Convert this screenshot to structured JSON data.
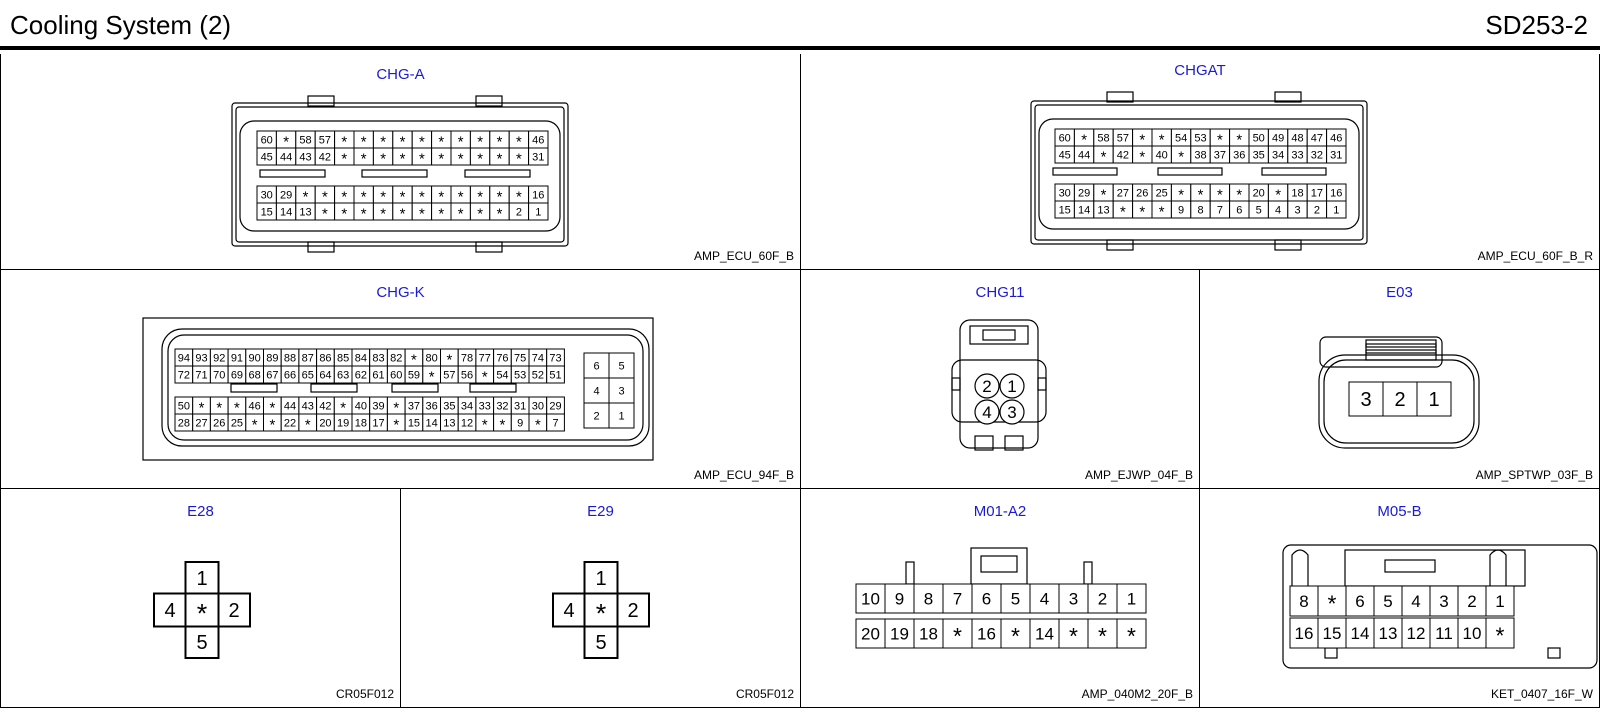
{
  "header": {
    "title": "Cooling System (2)",
    "code": "SD253-2"
  },
  "connectors": [
    {
      "id": "chga",
      "name": "CHG-A",
      "type": "AMP_ECU_60F_B",
      "rows": [
        [
          "60",
          "*",
          "58",
          "57",
          "*",
          "*",
          "*",
          "*",
          "*",
          "*",
          "*",
          "*",
          "*",
          "*",
          "46"
        ],
        [
          "45",
          "44",
          "43",
          "42",
          "*",
          "*",
          "*",
          "*",
          "*",
          "*",
          "*",
          "*",
          "*",
          "*",
          "31"
        ],
        [
          "30",
          "29",
          "*",
          "*",
          "*",
          "*",
          "*",
          "*",
          "*",
          "*",
          "*",
          "*",
          "*",
          "*",
          "16"
        ],
        [
          "15",
          "14",
          "13",
          "*",
          "*",
          "*",
          "*",
          "*",
          "*",
          "*",
          "*",
          "*",
          "*",
          "2",
          "1"
        ]
      ]
    },
    {
      "id": "chgat",
      "name": "CHGAT",
      "type": "AMP_ECU_60F_B_R",
      "rows": [
        [
          "60",
          "*",
          "58",
          "57",
          "*",
          "*",
          "54",
          "53",
          "*",
          "*",
          "50",
          "49",
          "48",
          "47",
          "46"
        ],
        [
          "45",
          "44",
          "*",
          "42",
          "*",
          "40",
          "*",
          "38",
          "37",
          "36",
          "35",
          "34",
          "33",
          "32",
          "31"
        ],
        [
          "30",
          "29",
          "*",
          "27",
          "26",
          "25",
          "*",
          "*",
          "*",
          "*",
          "20",
          "*",
          "18",
          "17",
          "16"
        ],
        [
          "15",
          "14",
          "13",
          "*",
          "*",
          "*",
          "9",
          "8",
          "7",
          "6",
          "5",
          "4",
          "3",
          "2",
          "1"
        ]
      ]
    },
    {
      "id": "chgk",
      "name": "CHG-K",
      "type": "AMP_ECU_94F_B",
      "rows": [
        [
          "94",
          "93",
          "92",
          "91",
          "90",
          "89",
          "88",
          "87",
          "86",
          "85",
          "84",
          "83",
          "82",
          "*",
          "80",
          "*",
          "78",
          "77",
          "76",
          "75",
          "74",
          "73"
        ],
        [
          "72",
          "71",
          "70",
          "69",
          "68",
          "67",
          "66",
          "65",
          "64",
          "63",
          "62",
          "61",
          "60",
          "59",
          "*",
          "57",
          "56",
          "*",
          "54",
          "53",
          "52",
          "51"
        ],
        [
          "50",
          "*",
          "*",
          "*",
          "46",
          "*",
          "44",
          "43",
          "42",
          "*",
          "40",
          "39",
          "*",
          "37",
          "36",
          "35",
          "34",
          "33",
          "32",
          "31",
          "30",
          "29"
        ],
        [
          "28",
          "27",
          "26",
          "25",
          "*",
          "*",
          "22",
          "*",
          "20",
          "19",
          "18",
          "17",
          "*",
          "15",
          "14",
          "13",
          "12",
          "*",
          "*",
          "9",
          "*",
          "7"
        ]
      ],
      "side": [
        [
          "6",
          "5"
        ],
        [
          "4",
          "3"
        ],
        [
          "2",
          "1"
        ]
      ]
    },
    {
      "id": "chg11",
      "name": "CHG11",
      "type": "AMP_EJWP_04F_B",
      "pins": [
        "2",
        "1",
        "4",
        "3"
      ]
    },
    {
      "id": "e03",
      "name": "E03",
      "type": "AMP_SPTWP_03F_B",
      "pins": [
        "3",
        "2",
        "1"
      ]
    },
    {
      "id": "e28",
      "name": "E28",
      "type": "CR05F012",
      "pins": {
        "top": "1",
        "left": "4",
        "center": "*",
        "right": "2",
        "bottom": "5"
      }
    },
    {
      "id": "e29",
      "name": "E29",
      "type": "CR05F012",
      "pins": {
        "top": "1",
        "left": "4",
        "center": "*",
        "right": "2",
        "bottom": "5"
      }
    },
    {
      "id": "m01a2",
      "name": "M01-A2",
      "type": "AMP_040M2_20F_B",
      "rows": [
        [
          "10",
          "9",
          "8",
          "7",
          "6",
          "5",
          "4",
          "3",
          "2",
          "1"
        ],
        [
          "20",
          "19",
          "18",
          "*",
          "16",
          "*",
          "14",
          "*",
          "*",
          "*"
        ]
      ]
    },
    {
      "id": "m05b",
      "name": "M05-B",
      "type": "KET_0407_16F_W",
      "rows": [
        [
          "8",
          "*",
          "6",
          "5",
          "4",
          "3",
          "2",
          "1"
        ],
        [
          "16",
          "15",
          "14",
          "13",
          "12",
          "11",
          "10",
          "*"
        ]
      ]
    }
  ]
}
